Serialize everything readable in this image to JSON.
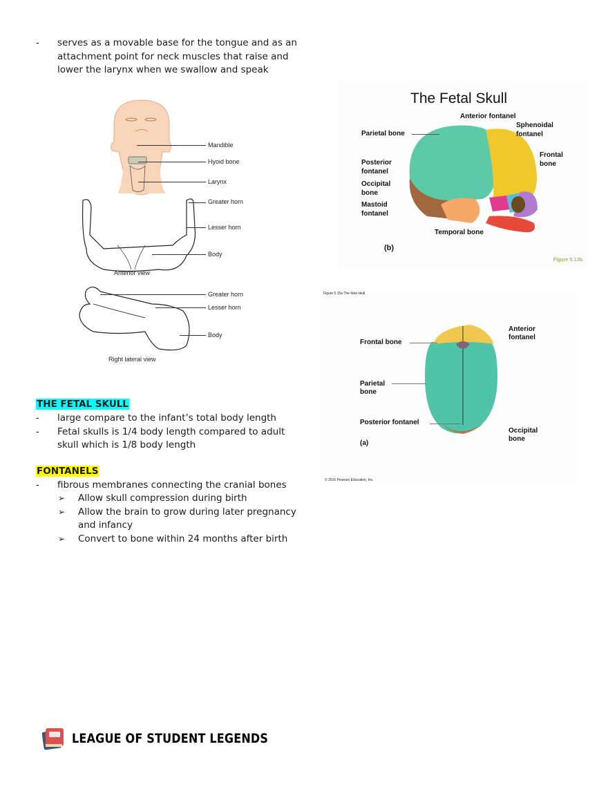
{
  "intro": {
    "bullet": "-",
    "lines": [
      "serves as a movable base for the tongue and as an",
      "attachment point for neck muscles that raise and",
      "lower the larynx when we swallow and speak"
    ]
  },
  "hyoid_figure": {
    "labels_top": [
      "Mandible",
      "Hyoid bone",
      "Larynx"
    ],
    "anterior": {
      "labels": [
        "Greater horn",
        "Lesser horn",
        "Body"
      ],
      "caption": "Anterior view"
    },
    "lateral": {
      "labels": [
        "Greater horn",
        "Lesser horn",
        "Body"
      ],
      "caption": "Right lateral view"
    }
  },
  "fetal_skull_b": {
    "title": "The Fetal Skull",
    "labels": {
      "anterior_fontanel": "Anterior fontanel",
      "sphenoidal_fontanel_1": "Sphenoidal",
      "sphenoidal_fontanel_2": "fontanel",
      "parietal_bone": "Parietal bone",
      "frontal_bone_1": "Frontal",
      "frontal_bone_2": "bone",
      "posterior_fontanel_1": "Posterior",
      "posterior_fontanel_2": "fontanel",
      "occipital_bone_1": "Occipital",
      "occipital_bone_2": "bone",
      "mastoid_fontanel_1": "Mastoid",
      "mastoid_fontanel_2": "fontanel",
      "temporal_bone": "Temporal bone"
    },
    "panel": "(b)",
    "figure_ref": "Figure 5.13b"
  },
  "fetal_skull_a": {
    "caption": "Figure 5.15a The fetal skull.",
    "labels": {
      "frontal_bone": "Frontal bone",
      "anterior_fontanel_1": "Anterior",
      "anterior_fontanel_2": "fontanel",
      "parietal_bone_1": "Parietal",
      "parietal_bone_2": "bone",
      "posterior_fontanel": "Posterior fontanel",
      "occipital_bone_1": "Occipital",
      "occipital_bone_2": "bone"
    },
    "panel": "(a)",
    "copyright": "© 2015 Pearson Education, Inc."
  },
  "section_fetal_skull": {
    "heading": "THE FETAL SKULL",
    "bullets": [
      {
        "mark": "-",
        "lines": [
          "large compare to the infant’s total body length"
        ]
      },
      {
        "mark": "-",
        "lines": [
          "Fetal skulls is 1/4 body length compared to adult",
          "skull which is 1/8 body length"
        ]
      }
    ]
  },
  "section_fontanels": {
    "heading": "FONTANELS",
    "bullet": {
      "mark": "-",
      "text": "fibrous membranes connecting the cranial bones"
    },
    "subbullets": [
      {
        "mark": "➢",
        "lines": [
          "Allow skull compression during birth"
        ]
      },
      {
        "mark": "➢",
        "lines": [
          "Allow the brain to grow during later pregnancy",
          "and infancy"
        ]
      },
      {
        "mark": "➢",
        "lines": [
          "Convert to bone within 24 months after birth"
        ]
      }
    ]
  },
  "footer": {
    "logo_text": "LEAGUE OF STUDENT LEGENDS",
    "logo_icon": "book-icon"
  },
  "colors": {
    "highlight_cyan": "#00ffff",
    "highlight_yellow": "#ffff00",
    "parietal_green": "#5cc9a7",
    "frontal_yellow": "#f0c82a",
    "occipital_brown": "#a0683f",
    "temporal_orange": "#f5a867",
    "figure_ref_green": "#7a9e3a"
  }
}
